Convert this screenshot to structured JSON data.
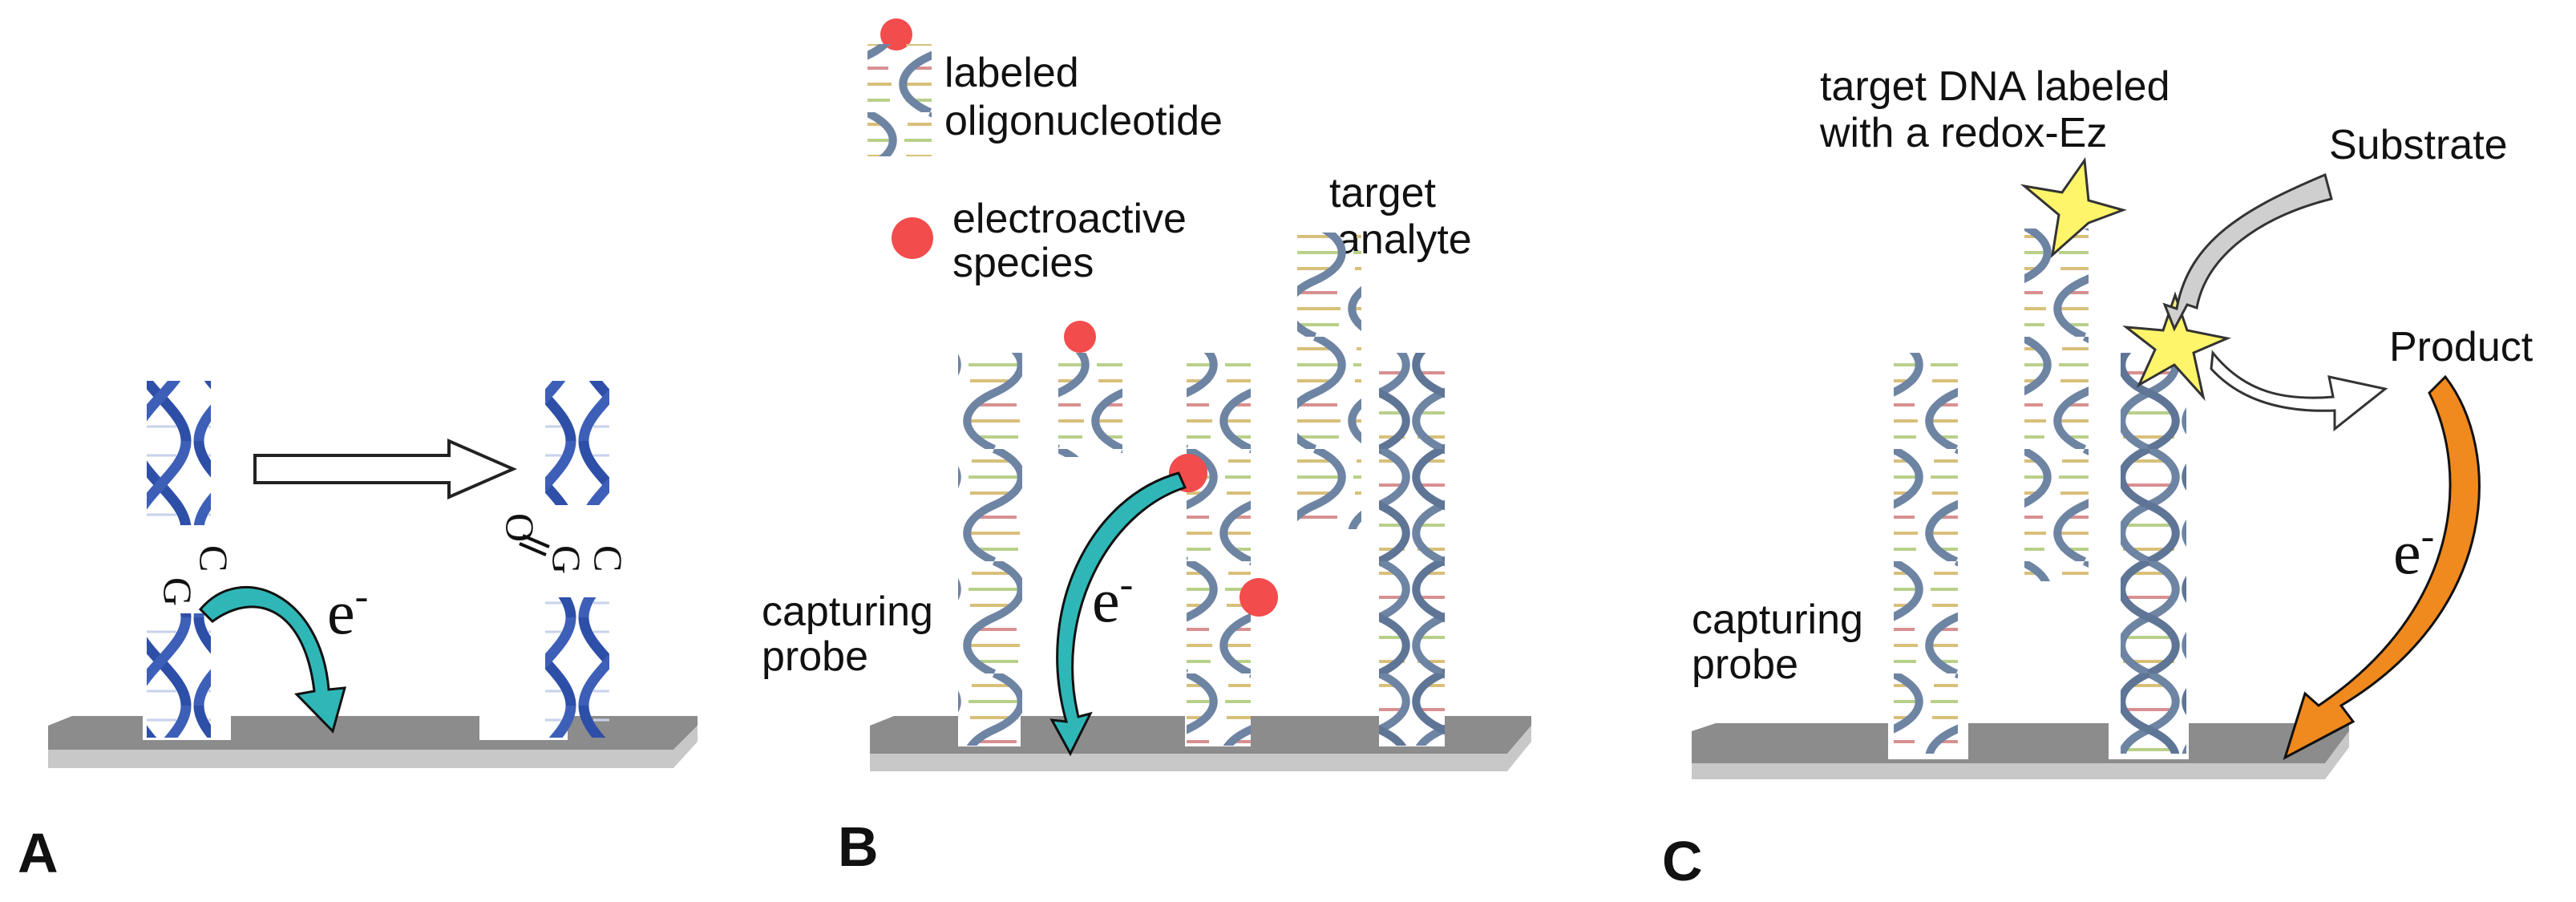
{
  "panels": {
    "a": {
      "letter": "A",
      "base_letters": {
        "top": "G",
        "bottom": "C"
      },
      "oxidized_letters": {
        "oxygen": "O",
        "top": "G",
        "bottom": "C"
      },
      "electron_label": "e-"
    },
    "b": {
      "letter": "B",
      "legend_labeled_line1": "labeled",
      "legend_labeled_line2": "oligonucleotide",
      "legend_electroactive_line1": "electroactive",
      "legend_electroactive_line2": "species",
      "target_line1": "target",
      "target_line2": "analyte",
      "capturing_line1": "capturing",
      "capturing_line2": "probe",
      "electron_label": "e-"
    },
    "c": {
      "letter": "C",
      "target_line1": "target DNA labeled",
      "target_line2": "with a redox-Ez",
      "substrate": "Substrate",
      "product": "Product",
      "capturing_line1": "capturing",
      "capturing_line2": "probe",
      "electron_label": "e-"
    }
  },
  "colors": {
    "helix_strand": "#6e84a3",
    "helix_rungs": "#d8c07a",
    "blue_dna": "#2e4fa8",
    "electroactive_dot": "#f24c4c",
    "teal_arrow": "#2fb7b8",
    "orange_arrow": "#f08a1e",
    "gray_arrow": "#cccccc",
    "star": "#fff56a",
    "electrode_top": "#8c8c8c",
    "electrode_front": "#c8c8c8"
  }
}
